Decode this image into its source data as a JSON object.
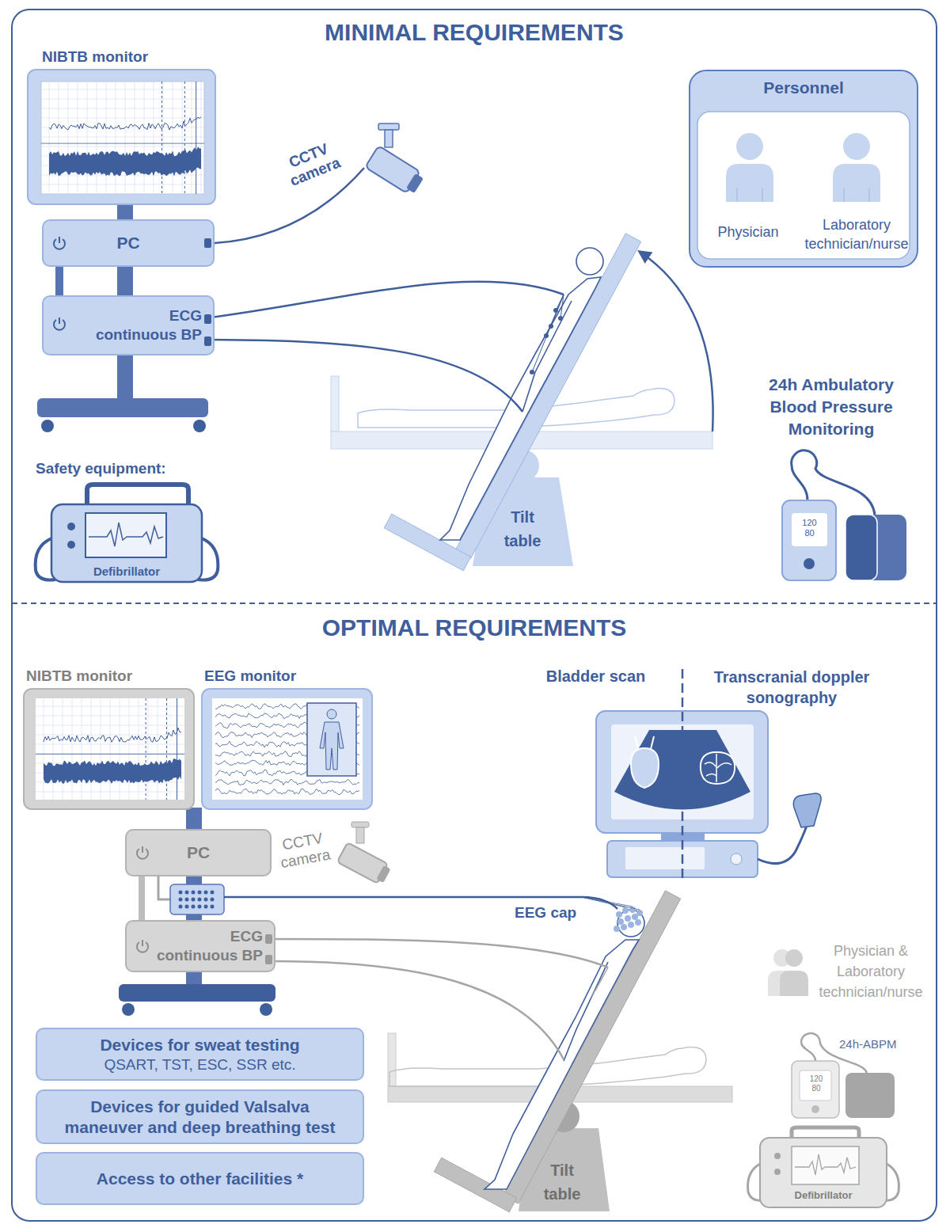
{
  "diagram": {
    "nodes": [
      {
        "text": [
          "MINIMAL REQUIREMENTS"
        ]
      },
      {
        "text": [
          "NIBTB monitor"
        ],
        "in": 0
      },
      {
        "text": [
          "PC"
        ],
        "in": 0
      },
      {
        "text": [
          "ECG continuous BP"
        ],
        "in": 0
      },
      {
        "text": [
          "CCTV camera"
        ],
        "in": 0
      },
      {
        "text": [
          "Personnel",
          "Physician",
          "Laboratory technician/nurse"
        ],
        "in": 0
      },
      {
        "text": [
          "Safety equipment:",
          "Defibrillator"
        ],
        "in": 0
      },
      {
        "text": [
          "Tilt table"
        ],
        "in": 0
      },
      {
        "text": [
          "24h Ambulatory Blood Pressure Monitoring",
          "120 80"
        ],
        "in": 0
      },
      {
        "text": [
          "OPTIMAL REQUIREMENTS"
        ]
      },
      {
        "text": [
          "NIBTB monitor"
        ],
        "in": 9
      },
      {
        "text": [
          "EEG monitor"
        ],
        "in": 9
      },
      {
        "text": [
          "Bladder scan",
          "Transcranial doppler sonography"
        ],
        "in": 9
      },
      {
        "text": [
          "PC"
        ],
        "in": 9
      },
      {
        "text": [
          "CCTV camera"
        ],
        "in": 9
      },
      {
        "text": [
          "ECG continuous BP"
        ],
        "in": 9
      },
      {
        "text": [
          "Devices for sweat testing",
          "QSART, TST, ESC, SSR etc."
        ],
        "in": 9
      },
      {
        "text": [
          "Devices for guided Valsalva maneuver and deep breathing test"
        ],
        "in": 9
      },
      {
        "text": [
          "Access to other facilities *"
        ],
        "in": 9
      },
      {
        "text": [
          "Tilt table"
        ],
        "in": 9
      },
      {
        "text": [
          "24h-ABPM",
          "120 80"
        ],
        "in": 9
      },
      {
        "text": [
          "Defibrillator"
        ],
        "in": 9
      }
    ],
    "edges": [
      {
        "from": 2,
        "to": 4,
        "arrow": "none"
      }
    ],
    "labels": [
      "EEG cap",
      "Physician & Laboratory technician/nurse"
    ]
  }
}
